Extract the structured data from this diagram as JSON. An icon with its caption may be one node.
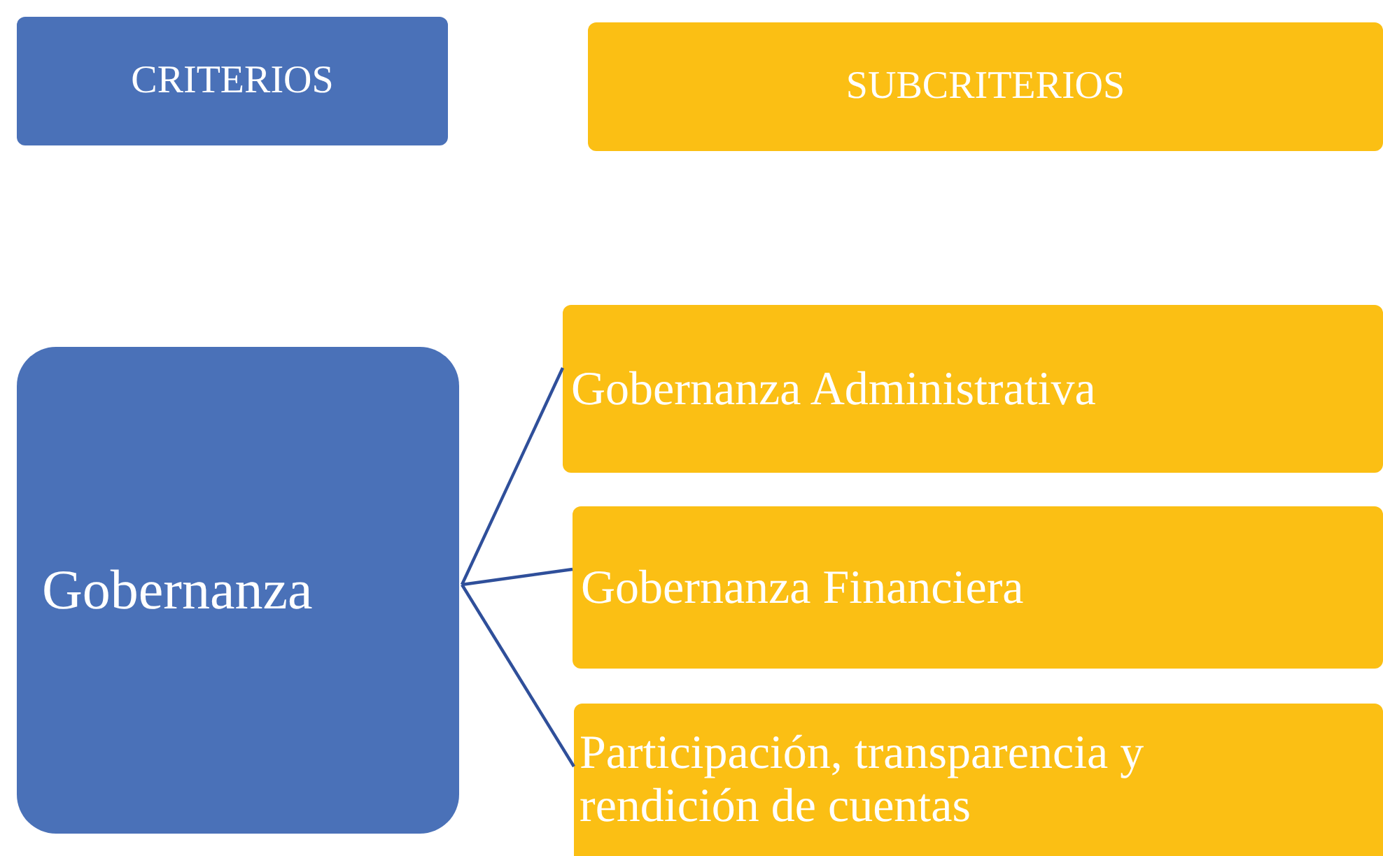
{
  "diagram": {
    "nodes": [
      {
        "text": [
          "CRITERIOS"
        ]
      },
      {
        "text": [
          "SUBCRITERIOS"
        ]
      },
      {
        "text": [
          "Gobernanza"
        ]
      },
      {
        "text": [
          "Gobernanza Administrativa"
        ]
      },
      {
        "text": [
          "Gobernanza Financiera"
        ]
      },
      {
        "text": [
          "Participación, transparencia y rendición de cuentas"
        ]
      }
    ],
    "edges": [
      {
        "from": 2,
        "to": 3,
        "arrow": "none"
      },
      {
        "from": 2,
        "to": 4,
        "arrow": "none"
      },
      {
        "from": 2,
        "to": 5,
        "arrow": "none"
      }
    ]
  }
}
